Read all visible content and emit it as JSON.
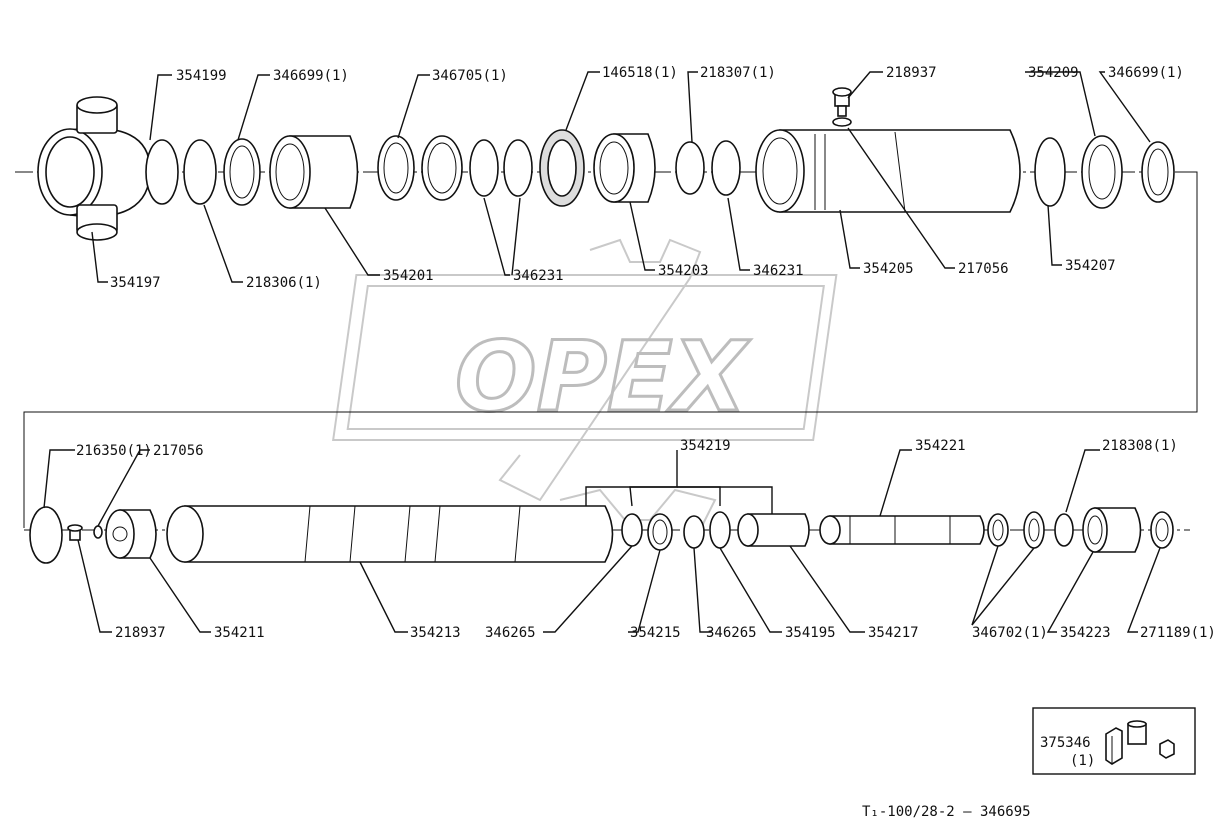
{
  "watermark": {
    "brand": "OPEX"
  },
  "callouts": {
    "c354199": "354199",
    "c346699_1": "346699(1)",
    "c346705": "346705(1)",
    "c146518": "146518(1)",
    "c218307": "218307(1)",
    "c218937_top": "218937",
    "c354209": "354209",
    "c346699_2": "346699(1)",
    "c354197": "354197",
    "c218306": "218306(1)",
    "c354201": "354201",
    "c346231_a": "346231",
    "c354203": "354203",
    "c346231_b": "346231",
    "c354205": "354205",
    "c217056_top": "217056",
    "c354207": "354207",
    "c216350": "216350(1)",
    "c217056_bot": "217056",
    "c354219": "354219",
    "c354221": "354221",
    "c218308": "218308(1)",
    "c218937_bot": "218937",
    "c354211": "354211",
    "c354213": "354213",
    "c346265_a": "346265",
    "c354215": "354215",
    "c346265_b": "346265",
    "c354195": "354195",
    "c354217": "354217",
    "c346702": "346702(1)",
    "c354223": "354223",
    "c271189": "271189(1)"
  },
  "kit": {
    "code": "375346",
    "qty": "(1)"
  },
  "footer": {
    "designation": "T₁-100/28-2 — 346695"
  }
}
